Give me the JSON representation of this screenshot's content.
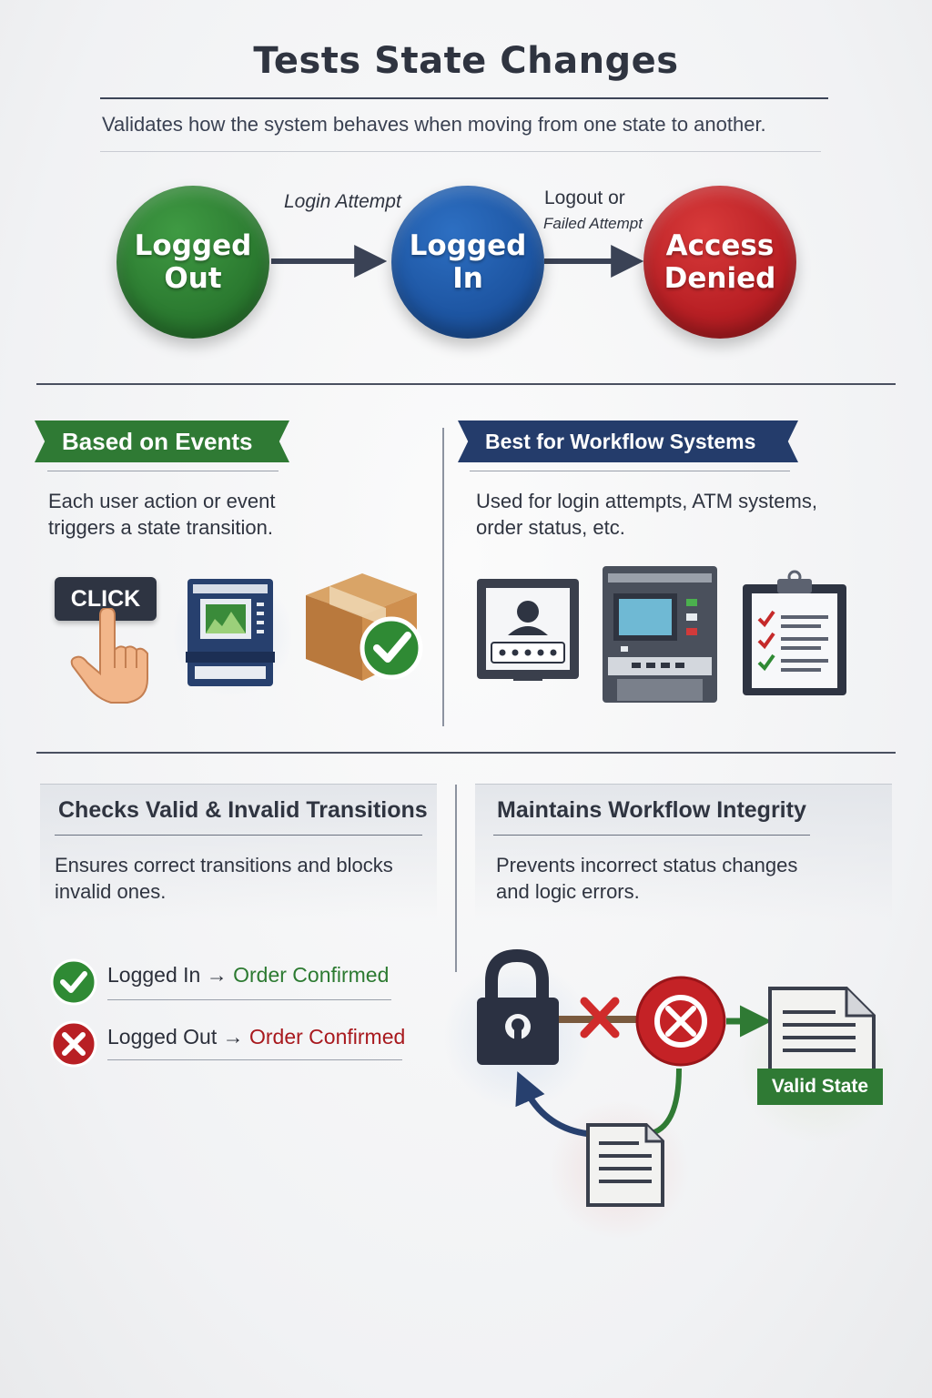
{
  "header": {
    "title": "Tests State Changes",
    "subtitle": "Validates how the system behaves when moving from one state to another."
  },
  "states": [
    {
      "label": "Logged\nOut",
      "color": "#2b7a30"
    },
    {
      "label": "Logged\nIn",
      "color": "#1d55a2"
    },
    {
      "label": "Access\nDenied",
      "color": "#b81f24"
    }
  ],
  "transitions": [
    {
      "label": "Login Attempt"
    },
    {
      "label_top": "Logout or",
      "label_bottom": "Failed Attempt"
    }
  ],
  "events_panel": {
    "heading": "Based on Events",
    "text": "Each user action or event\ntriggers a state transition.",
    "click_label": "CLICK",
    "icons": [
      "click-hand-icon",
      "atm-icon",
      "package-check-icon"
    ]
  },
  "workflow_panel": {
    "heading": "Best for Workflow Systems",
    "text": "Used for login attempts, ATM systems,\norder status, etc.",
    "icons": [
      "login-screen-icon",
      "atm-machine-icon",
      "checklist-clipboard-icon"
    ]
  },
  "transitions_panel": {
    "heading": "Checks Valid & Invalid Transitions",
    "text": "Ensures correct transitions and blocks\ninvalid ones.",
    "examples": [
      {
        "from": "Logged In",
        "arrow": "→",
        "to": "Order Confirmed",
        "valid": true
      },
      {
        "from": "Logged Out",
        "arrow": "→",
        "to": "Order Confirmed",
        "valid": false
      }
    ]
  },
  "integrity_panel": {
    "heading": "Maintains Workflow Integrity",
    "text": "Prevents incorrect status changes\nand logic errors.",
    "valid_state_label": "Valid State"
  }
}
